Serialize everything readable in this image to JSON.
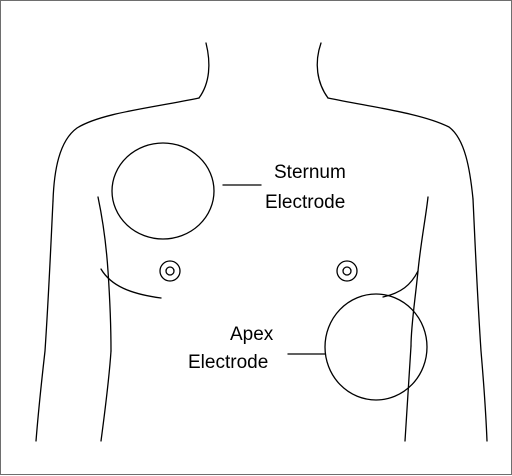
{
  "diagram": {
    "labels": {
      "sternum_line1": "Sternum",
      "sternum_line2": "Electrode",
      "apex_line1": "Apex",
      "apex_line2": "Electrode"
    },
    "colors": {
      "line": "#000000",
      "frame": "#6e6e6e",
      "background": "#ffffff"
    }
  }
}
